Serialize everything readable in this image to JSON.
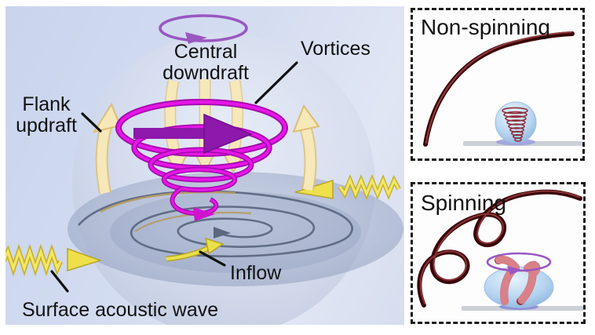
{
  "figure": {
    "main_panel": {
      "labels": {
        "central_downdraft": "Central downdraft",
        "vortices": "Vortices",
        "flank_updraft": "Flank updraft",
        "inflow": "Inflow",
        "surface_acoustic_wave": "Surface acoustic wave"
      }
    },
    "insets": [
      {
        "title": "Non-spinning"
      },
      {
        "title": "Spinning"
      }
    ]
  },
  "icons": {
    "top_rotation": "elliptical-circulation-arrow",
    "vortex_rings": "magenta-spiral-cone",
    "core_rotation_arrow": "thick-purple-arrow",
    "downdraft_arrows": "three-downward-cream-arrows",
    "updraft_arrows": "upward-cream-arrows",
    "surface_acoustic_wave": "yellow-zigzag-wave-arrow",
    "inflow_arrow": "yellow-curved-arrow",
    "ground_spiral": "gray-spiral-with-arrow",
    "fiber": "dark-red-fiber-curve",
    "droplet": "blue-liquid-droplet",
    "spinning_rotation": "purple-ellipse-arrow"
  },
  "colors": {
    "panel_background": "#cfd8ef",
    "vortex_magenta": "#e616e6",
    "vortex_magenta_dark": "#a309ad",
    "core_arrow_purple": "#8d18ab",
    "draft_cream": "#f6e8b8",
    "draft_edge_gold": "#ddbe74",
    "wave_yellow": "#ede04b",
    "rotation_purple": "#9a57c2",
    "ground_spiral_gray": "#5c6880",
    "ground_spiral_tan": "#b59a62",
    "fiber_dark_red": "#3a0609",
    "droplet_blue": "#b3d2ef",
    "coil_red": "#8e3440",
    "substrate_gray": "#cbcfd6",
    "text": "#111111"
  }
}
